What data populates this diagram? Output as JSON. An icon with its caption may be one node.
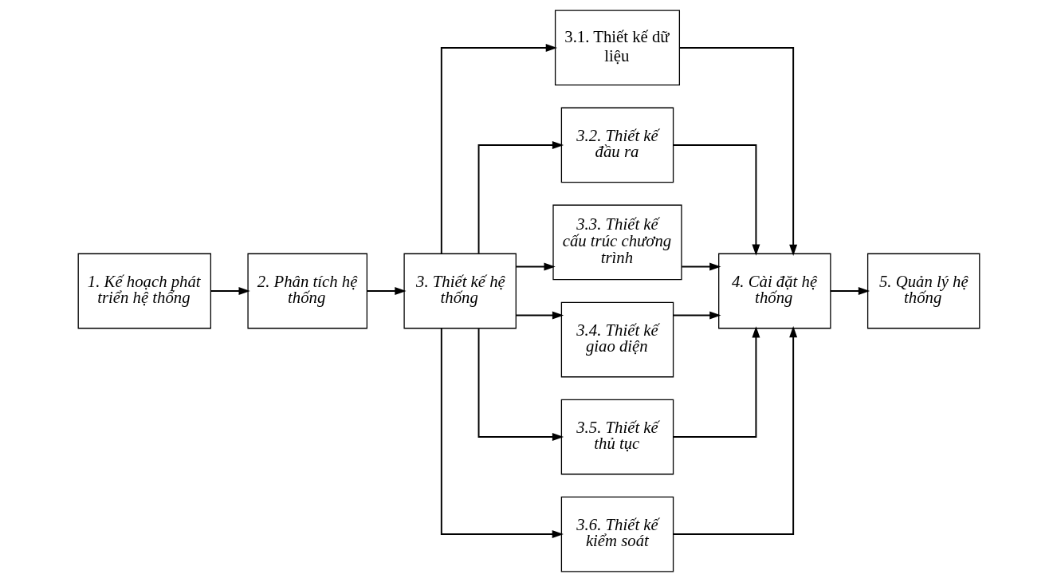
{
  "diagram": {
    "nodes": [
      {
        "text": [
          "1. Kế hoạch phát triển hệ thống"
        ]
      },
      {
        "text": [
          "2. Phân tích hệ thống"
        ]
      },
      {
        "text": [
          "3. Thiết kế hệ thống"
        ]
      },
      {
        "text": [
          "3.1. Thiết kế dữ liệu"
        ]
      },
      {
        "text": [
          "3.2. Thiết kế đầu ra"
        ]
      },
      {
        "text": [
          "3.3. Thiết kế cấu trúc chương trình"
        ]
      },
      {
        "text": [
          "3.4. Thiết kế giao diện"
        ]
      },
      {
        "text": [
          "3.5. Thiết kế thủ tục"
        ]
      },
      {
        "text": [
          "3.6. Thiết kế kiểm soát"
        ]
      },
      {
        "text": [
          "4. Cài đặt hệ thống"
        ]
      },
      {
        "text": [
          "5. Quản lý hệ thống"
        ]
      }
    ],
    "edges": [
      {
        "from": 0,
        "to": 1,
        "arrow": "to"
      },
      {
        "from": 1,
        "to": 2,
        "arrow": "to"
      },
      {
        "from": 2,
        "to": 3,
        "arrow": "to"
      },
      {
        "from": 2,
        "to": 4,
        "arrow": "to"
      },
      {
        "from": 2,
        "to": 5,
        "arrow": "to"
      },
      {
        "from": 2,
        "to": 6,
        "arrow": "to"
      },
      {
        "from": 2,
        "to": 7,
        "arrow": "to"
      },
      {
        "from": 2,
        "to": 8,
        "arrow": "to"
      },
      {
        "from": 3,
        "to": 9,
        "arrow": "to"
      },
      {
        "from": 4,
        "to": 9,
        "arrow": "to"
      },
      {
        "from": 5,
        "to": 9,
        "arrow": "to"
      },
      {
        "from": 6,
        "to": 9,
        "arrow": "to"
      },
      {
        "from": 7,
        "to": 9,
        "arrow": "to"
      },
      {
        "from": 8,
        "to": 9,
        "arrow": "to"
      },
      {
        "from": 9,
        "to": 10,
        "arrow": "to"
      }
    ]
  }
}
